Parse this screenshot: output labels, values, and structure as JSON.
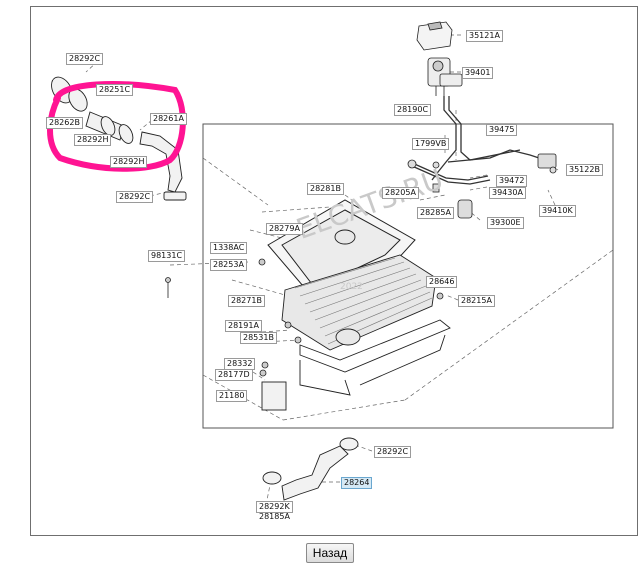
{
  "watermark": {
    "site": "ELCATS.RU",
    "year": "2022"
  },
  "labels": {
    "l35121A": "35121A",
    "l39401": "39401",
    "l28292C_top": "28292C",
    "l28251C": "28251C",
    "l28262B": "28262B",
    "l28261A": "28261A",
    "l28292H_a": "28292H",
    "l28292H_b": "28292H",
    "l28190C": "28190C",
    "l39475": "39475",
    "l1799VB": "1799VB",
    "l35122B": "35122B",
    "l28281B": "28281B",
    "l28205A": "28205A",
    "l39472": "39472",
    "l39430A": "39430A",
    "l28292C_mid": "28292C",
    "l39410K": "39410K",
    "l28285A": "28285A",
    "l39300E": "39300E",
    "l28279A": "28279A",
    "l1338AC": "1338AC",
    "l98131C": "98131C",
    "l28253A": "28253A",
    "l28646": "28646",
    "l28215A": "28215A",
    "l28271B": "28271B",
    "l28191A": "28191A",
    "l28531B": "28531B",
    "l28332": "28332",
    "l28177D": "28177D",
    "l21180": "21180",
    "l28292C_low": "28292C",
    "l28264": "28264",
    "l28292K": "28292K",
    "l28185A": "28185A"
  },
  "highlight_color": "#ff1493",
  "back_button_label": "Назад"
}
